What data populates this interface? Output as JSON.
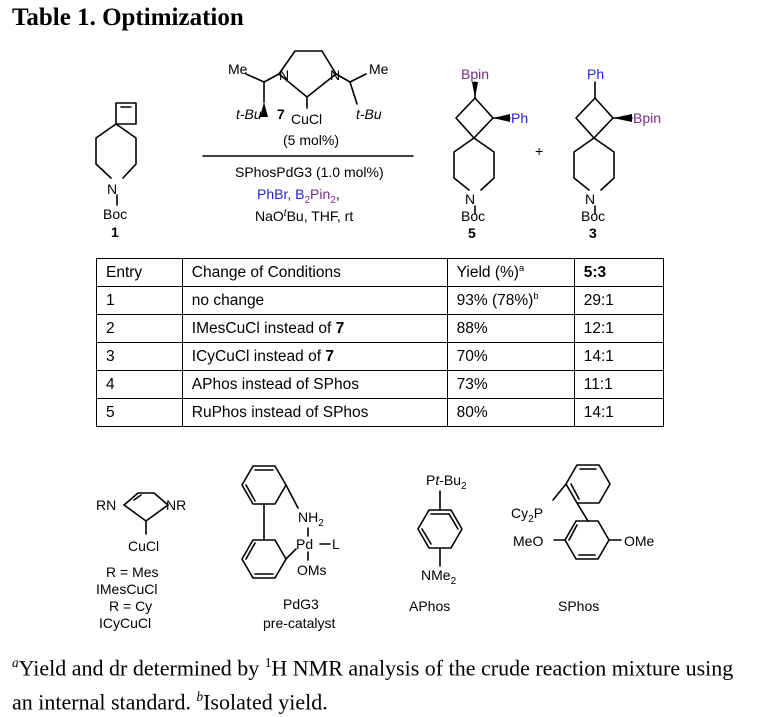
{
  "title": "Table 1. Optimization",
  "scheme": {
    "catalyst_number": "7",
    "catalyst_loading": "(5 mol%)",
    "pd_conditions": "SPhosPdG3 (1.0 mol%)",
    "reagents_prefix": "PhBr, B",
    "reagents_sub": "2",
    "reagents_mid": "Pin",
    "reagents_sub2": "2",
    "reagents_suffix": ",",
    "base_prefix": "NaO",
    "base_sup": "t",
    "base_suffix": "Bu,  THF, rt",
    "plus": "+",
    "compounds": {
      "sm": {
        "number": "1",
        "protecting": "Boc"
      },
      "p5": {
        "number": "5",
        "protecting": "Boc",
        "top": "Bpin",
        "right": "Ph"
      },
      "p3": {
        "number": "3",
        "protecting": "Boc",
        "top": "Ph",
        "right": "Bpin"
      }
    },
    "atoms": {
      "me": "Me",
      "tbu": "t-Bu",
      "n": "N",
      "cucl": "CuCl"
    }
  },
  "table": {
    "headers": {
      "entry": "Entry",
      "change": "Change of Conditions",
      "yield": "Yield (%)",
      "yield_sup": "a",
      "ratio": "5:3"
    },
    "rows": [
      {
        "entry": "1",
        "change": "no change",
        "change_bold": "",
        "yield": "93% (78%)",
        "yield_sup": "b",
        "ratio": "29:1"
      },
      {
        "entry": "2",
        "change": "IMesCuCl instead of ",
        "change_bold": "7",
        "yield": "88%",
        "yield_sup": "",
        "ratio": "12:1"
      },
      {
        "entry": "3",
        "change": "ICyCuCl instead of ",
        "change_bold": "7",
        "yield": "70%",
        "yield_sup": "",
        "ratio": "14:1"
      },
      {
        "entry": "4",
        "change": "APhos instead of SPhos",
        "change_bold": "",
        "yield": "73%",
        "yield_sup": "",
        "ratio": "11:1"
      },
      {
        "entry": "5",
        "change": "RuPhos instead of SPhos",
        "change_bold": "",
        "yield": "80%",
        "yield_sup": "",
        "ratio": "14:1"
      }
    ]
  },
  "structures": {
    "nhc": {
      "rn": "RN",
      "nr": "NR",
      "cucl": "CuCl",
      "legend": [
        "R = Mes",
        "IMesCuCl",
        "R = Cy",
        "ICyCuCl"
      ]
    },
    "pdg3": {
      "nh2": "NH",
      "nh2_sub": "2",
      "pd": "Pd",
      "l": "L",
      "oms": "OMs",
      "label1": "PdG3",
      "label2": "pre-catalyst"
    },
    "aphos": {
      "p": "P",
      "p_t": "t",
      "p_bu": "-Bu",
      "p_sub": "2",
      "nme": "NMe",
      "nme_sub": "2",
      "label": "APhos"
    },
    "sphos": {
      "cy": "Cy",
      "cy_sub": "2",
      "cy_p": "P",
      "meo": "MeO",
      "ome": "OMe",
      "label": "SPhos"
    }
  },
  "footnote": {
    "a_mark": "a",
    "a_text_pre": "Yield and dr determined by ",
    "a_nmr_sup": "1",
    "a_text_post": "H NMR analysis of the crude reaction mixture using an internal standard. ",
    "b_mark": "b",
    "b_text": "Isolated yield."
  }
}
